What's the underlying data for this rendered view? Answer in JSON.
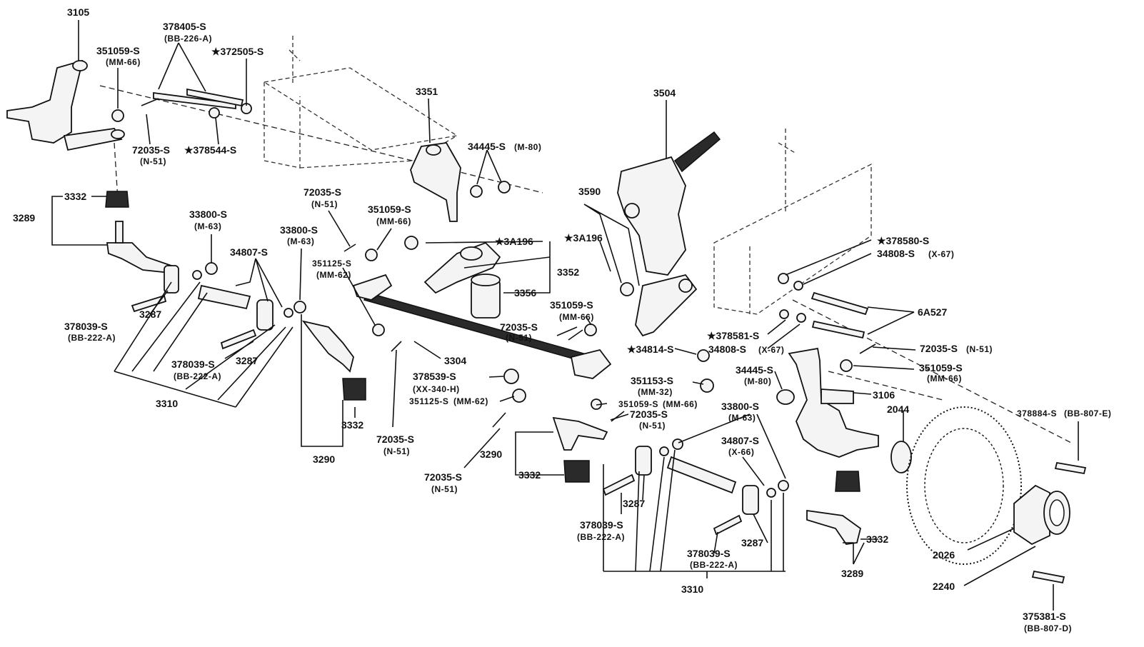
{
  "colors": {
    "ink": "#111111",
    "paper": "#ffffff"
  },
  "labels": {
    "l3105": "3105",
    "l378405": "378405-S",
    "l378405_sub": "(BB-226-A)",
    "l351059_a": "351059-S",
    "l351059_a_sub": "(MM-66)",
    "l372505": "★372505-S",
    "l72035_a": "72035-S",
    "l72035_a_sub": "(N-51)",
    "l378544": "★378544-S",
    "l3351": "3351",
    "l34445_a": "34445-S",
    "l34445_a_sub": "(M-80)",
    "l3504": "3504",
    "l3332_a": "3332",
    "l3289_a": "3289",
    "l33800_a": "33800-S",
    "l33800_a_sub": "(M-63)",
    "l72035_b": "72035-S",
    "l72035_b_sub": "(N-51)",
    "l351059_b": "351059-S",
    "l351059_b_sub": "(MM-66)",
    "l3590": "3590",
    "l33800_b": "33800-S",
    "l33800_b_sub": "(M-63)",
    "l3a196_a": "★3A196",
    "l3a196_b": "★3A196",
    "l34807_a": "34807-S",
    "l351125_a": "351125-S",
    "l351125_a_sub": "(MM-62)",
    "l3352": "3352",
    "l378580": "★378580-S",
    "l34808_a": "34808-S",
    "l34808_a_sub": "(X-67)",
    "l3356": "3356",
    "l6a527": "6A527",
    "l378039_a": "378039-S",
    "l378039_a_sub": "(BB-222-A)",
    "l3287_a": "3287",
    "l351059_c": "351059-S",
    "l351059_c_sub": "(MM-66)",
    "l72035_c": "72035-S",
    "l72035_c_sub": "(N-51)",
    "l378581": "★378581-S",
    "l34814": "★34814-S",
    "l34808_b": "34808-S",
    "l34808_b_sub": "(X-67)",
    "l72035_d": "72035-S",
    "l72035_d_sub": "(N-51)",
    "l3304": "3304",
    "l378039_b": "378039-S",
    "l378039_b_sub": "(BB-222-A)",
    "l3287_b": "3287",
    "l351059_d": "351059-S",
    "l351059_d_sub": "(MM-66)",
    "l378539": "378539-S",
    "l378539_sub": "(XX-340-H)",
    "l351153": "351153-S",
    "l351153_sub": "(MM-32)",
    "l34445_b": "34445-S",
    "l34445_b_sub": "(M-80)",
    "l3310_a": "3310",
    "l351125_b": "351125-S",
    "l351125_b_sub": "(MM-62)",
    "l351059_e": "351059-S",
    "l351059_e_sub": "(MM-66)",
    "l3106": "3106",
    "l72035_e": "72035-S",
    "l72035_e_sub": "(N-51)",
    "l33800_c": "33800-S",
    "l33800_c_sub": "(M-63)",
    "l2044": "2044",
    "l378884": "378884-S",
    "l378884_sub": "(BB-807-E)",
    "l3332_b": "3332",
    "l3290_a": "3290",
    "l72035_f": "72035-S",
    "l72035_f_sub": "(N-51)",
    "l34807_b": "34807-S",
    "l34807_b_sub": "(X-66)",
    "l3290_b": "3290",
    "l3332_c": "3332",
    "l72035_g": "72035-S",
    "l72035_g_sub": "(N-51)",
    "l3287_c": "3287",
    "l378039_c": "378039-S",
    "l378039_c_sub": "(BB-222-A)",
    "l3287_d": "3287",
    "l3332_d": "3332",
    "l2026": "2026",
    "l378039_d": "378039-S",
    "l378039_d_sub": "(BB-222-A)",
    "l2240": "2240",
    "l3289_b": "3289",
    "l3310_b": "3310",
    "l375381": "375381-S",
    "l375381_sub": "(BB-807-D)"
  }
}
